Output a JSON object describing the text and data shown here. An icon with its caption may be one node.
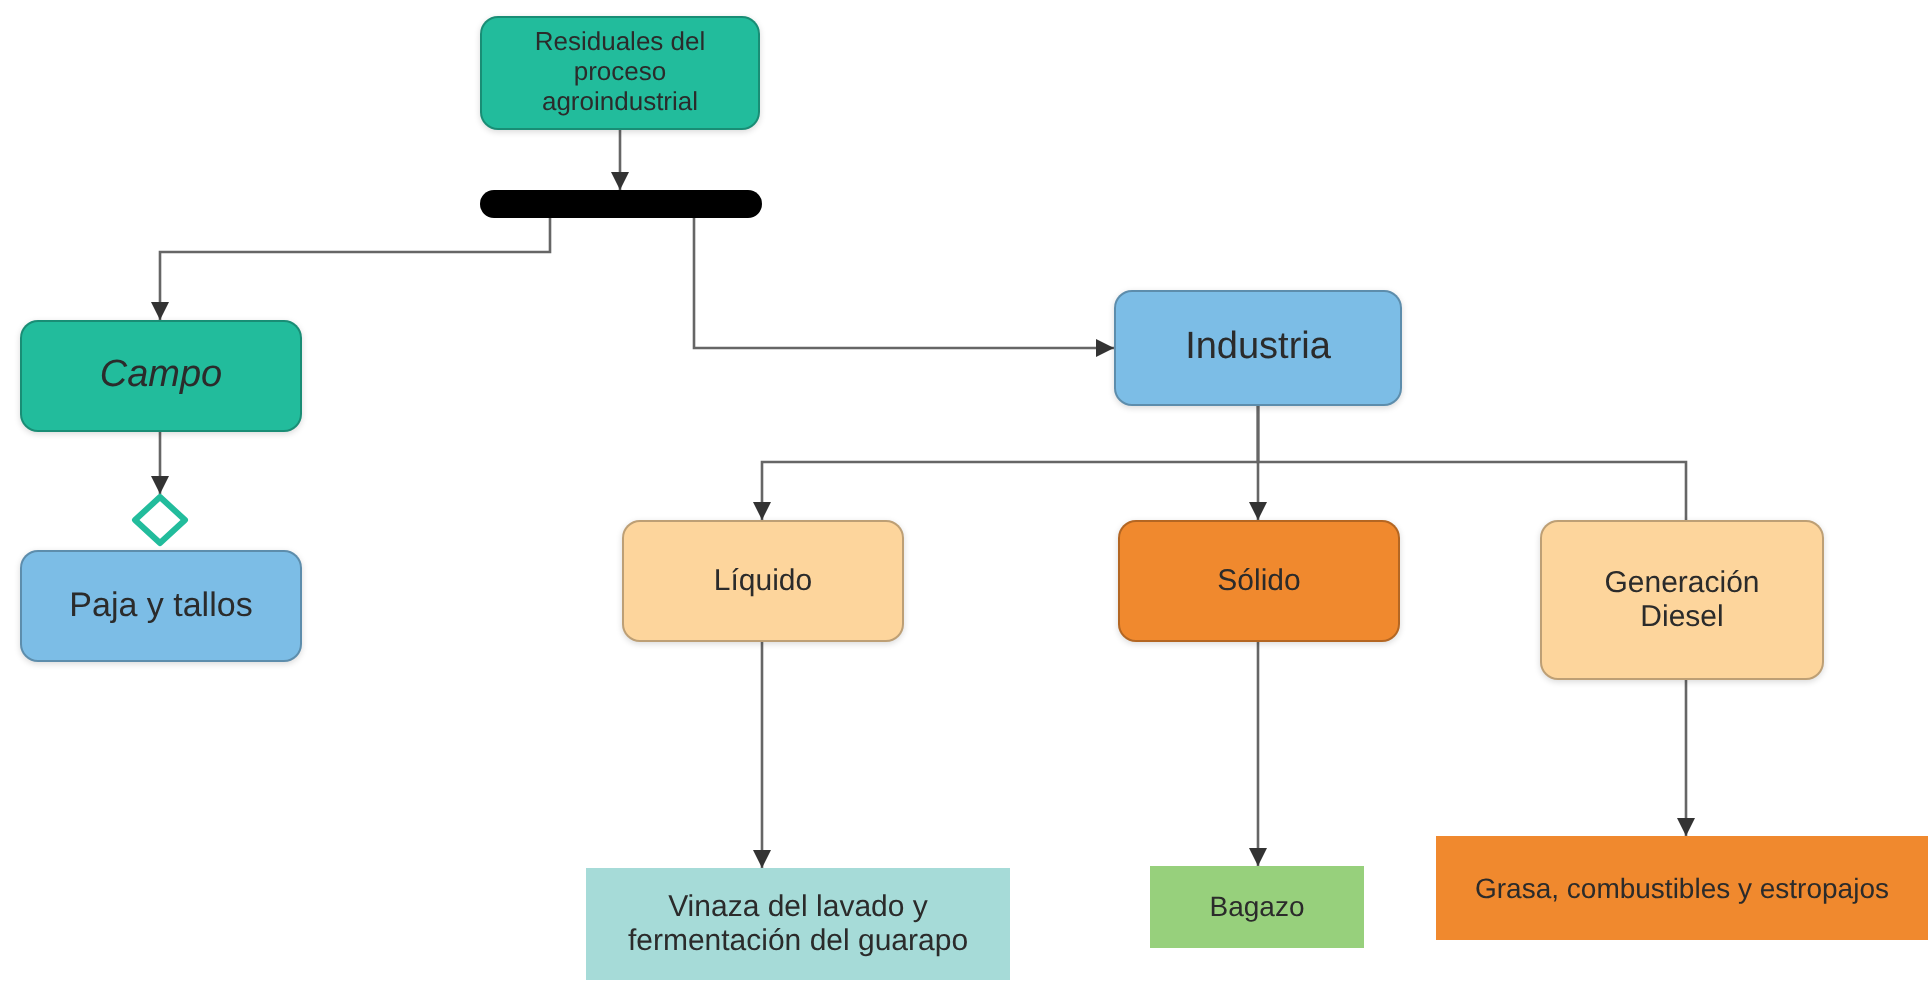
{
  "diagram": {
    "nodes": [
      {
        "text": [
          "Residuales del proceso agroindustrial"
        ]
      },
      {
        "text": [],
        "shape": "bar"
      },
      {
        "text": [
          "Campo"
        ]
      },
      {
        "text": [],
        "shape": "diamond"
      },
      {
        "text": [
          "Paja y tallos"
        ]
      },
      {
        "text": [
          "Industria"
        ]
      },
      {
        "text": [
          "Líquido"
        ]
      },
      {
        "text": [
          "Sólido"
        ]
      },
      {
        "text": [
          "Generación Diesel"
        ]
      },
      {
        "text": [
          "Vinaza del lavado y fermentación del guarapo"
        ]
      },
      {
        "text": [
          "Bagazo"
        ]
      },
      {
        "text": [
          "Grasa, combustibles y estropajos"
        ]
      }
    ],
    "edges": [
      {
        "from": 0,
        "to": 1,
        "arrow": "to"
      },
      {
        "from": 1,
        "to": 2,
        "arrow": "to"
      },
      {
        "from": 1,
        "to": 5,
        "arrow": "to"
      },
      {
        "from": 2,
        "to": 3,
        "arrow": "to"
      },
      {
        "from": 5,
        "to": 6,
        "arrow": "to"
      },
      {
        "from": 5,
        "to": 7,
        "arrow": "to"
      },
      {
        "from": 5,
        "to": 8,
        "arrow": "none"
      },
      {
        "from": 6,
        "to": 9,
        "arrow": "to"
      },
      {
        "from": 7,
        "to": 10,
        "arrow": "to"
      },
      {
        "from": 8,
        "to": 11,
        "arrow": "to"
      }
    ]
  }
}
